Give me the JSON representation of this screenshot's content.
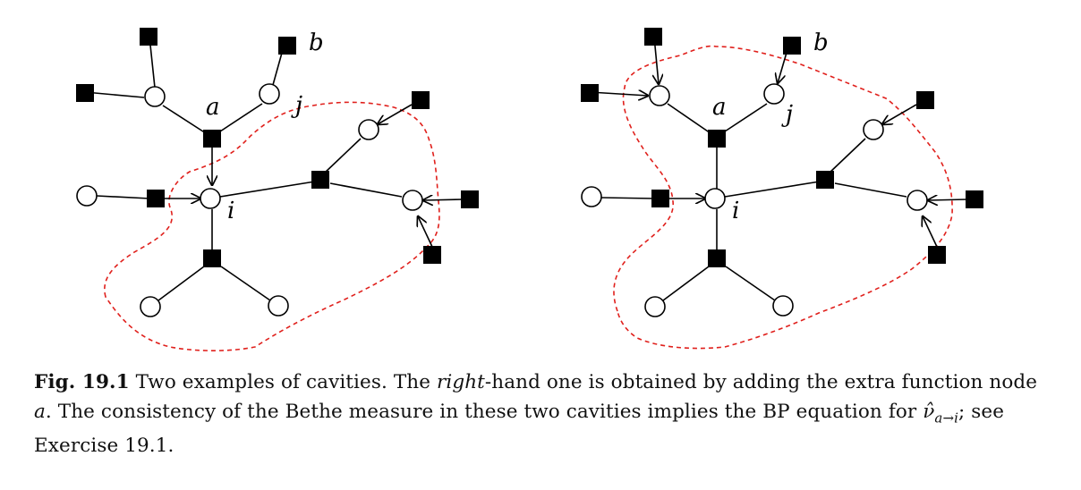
{
  "figure": {
    "panels": [
      {
        "id": "left",
        "labels": {
          "a": "a",
          "b": "b",
          "j": "j",
          "i": "i"
        }
      },
      {
        "id": "right",
        "labels": {
          "a": "a",
          "b": "b",
          "j": "j",
          "i": "i"
        }
      }
    ],
    "colors": {
      "cavity": "#e0201c",
      "ink": "#000000"
    }
  },
  "caption": {
    "fig_label": "Fig. 19.1",
    "t1": " Two examples of cavities. The ",
    "em1": "right",
    "t2": "-hand one is obtained by adding the extra function node ",
    "var_a": "a",
    "t3": ". The consistency of the Bethe measure in these two cavities implies the BP equation for ",
    "nu_hat": "ν̂",
    "nu_sub": "a→i",
    "t4": "; see Exercise 19.1."
  }
}
